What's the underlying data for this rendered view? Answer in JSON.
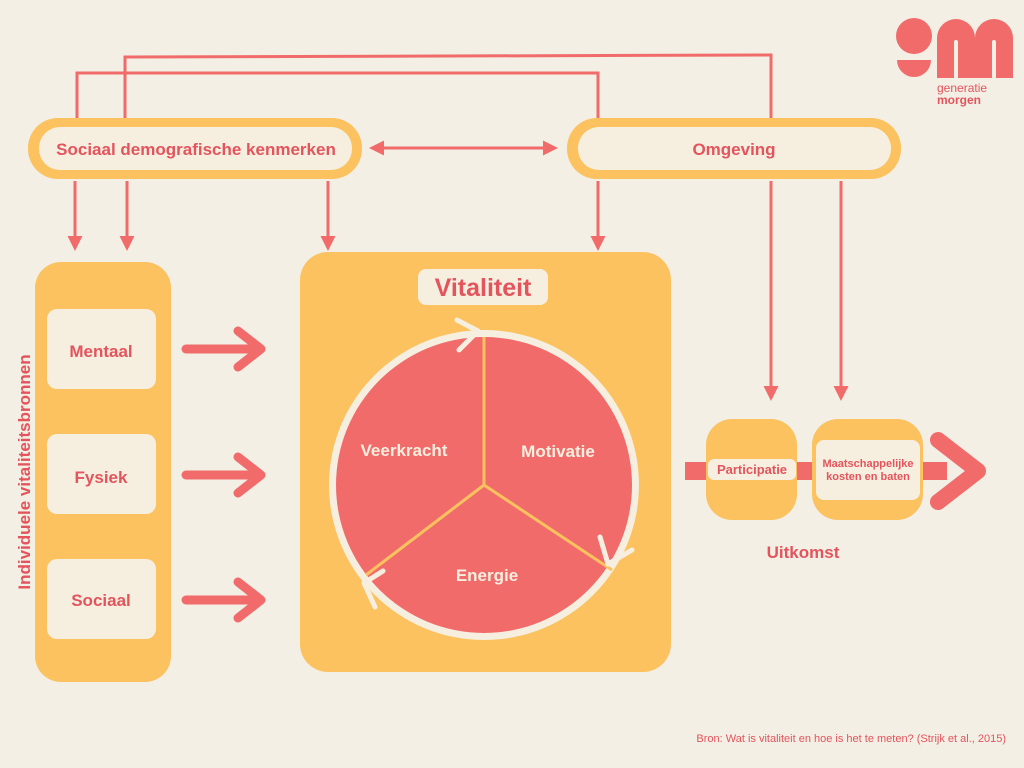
{
  "logo": {
    "line1": "generatie",
    "line2": "morgen"
  },
  "top": {
    "left_box": "Sociaal demografische kenmerken",
    "right_box": "Omgeving"
  },
  "sources": {
    "side_label": "Individuele vitaliteitsbronnen",
    "items": [
      "Mentaal",
      "Fysiek",
      "Sociaal"
    ]
  },
  "vitality": {
    "title": "Vitaliteit",
    "segments": [
      "Veerkracht",
      "Motivatie",
      "Energie"
    ]
  },
  "outcome": {
    "item1": "Participatie",
    "item2_line1": "Maatschappelijke",
    "item2_line2": "kosten en baten",
    "label": "Uitkomst"
  },
  "source_note": "Bron: Wat is vitaliteit en hoe is het te meten? (Strijk et al., 2015)",
  "colors": {
    "coral": "#f26b6b",
    "orange": "#fbc25f",
    "cream": "#f6efdf",
    "text": "#e3545d",
    "background": "#f3efe4"
  }
}
